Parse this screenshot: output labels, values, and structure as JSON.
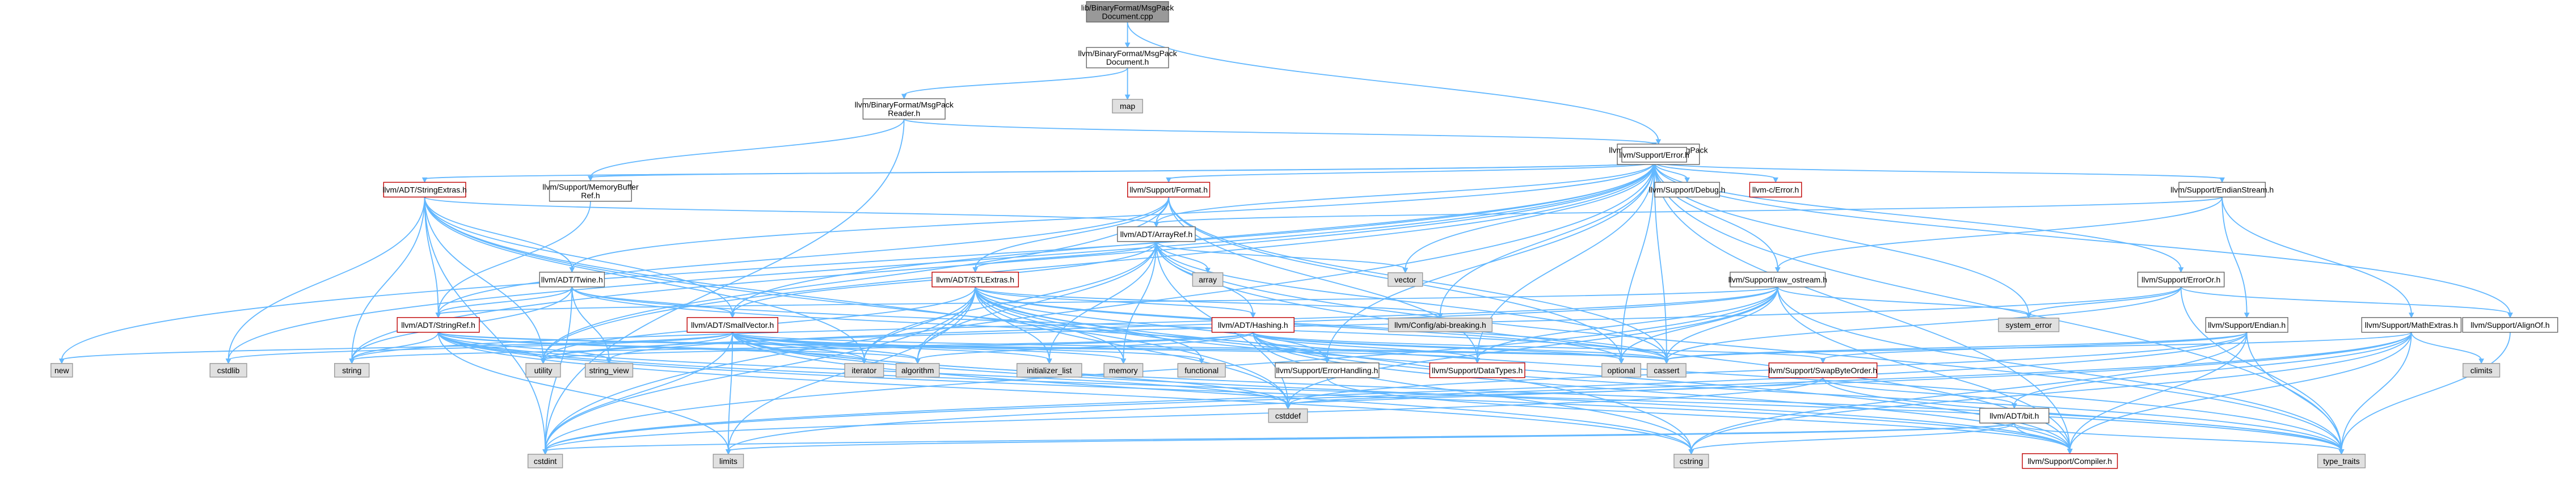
{
  "diagram": {
    "nodes": [
      {
        "id": "root",
        "label": [
          "lib/BinaryFormat/MsgPack",
          "Document.cpp"
        ],
        "kind": "root"
      },
      {
        "id": "doc",
        "label": [
          "llvm/BinaryFormat/MsgPack",
          "Document.h"
        ],
        "kind": "normal"
      },
      {
        "id": "map",
        "label": [
          "map"
        ],
        "kind": "sys"
      },
      {
        "id": "reader",
        "label": [
          "llvm/BinaryFormat/MsgPack",
          "Reader.h"
        ],
        "kind": "normal"
      },
      {
        "id": "writer",
        "label": [
          "llvm/BinaryFormat/MsgPack",
          "Writer.h"
        ],
        "kind": "normal"
      },
      {
        "id": "error",
        "label": [
          "llvm/Support/Error.h"
        ],
        "kind": "normal"
      },
      {
        "id": "membuf",
        "label": [
          "llvm/Support/MemoryBuffer",
          "Ref.h"
        ],
        "kind": "normal"
      },
      {
        "id": "strext",
        "label": [
          "llvm/ADT/StringExtras.h"
        ],
        "kind": "red"
      },
      {
        "id": "format",
        "label": [
          "llvm/Support/Format.h"
        ],
        "kind": "red"
      },
      {
        "id": "debug",
        "label": [
          "llvm/Support/Debug.h"
        ],
        "kind": "normal"
      },
      {
        "id": "cerror",
        "label": [
          "llvm-c/Error.h"
        ],
        "kind": "red"
      },
      {
        "id": "endstream",
        "label": [
          "llvm/Support/EndianStream.h"
        ],
        "kind": "normal"
      },
      {
        "id": "arrayref",
        "label": [
          "llvm/ADT/ArrayRef.h"
        ],
        "kind": "normal"
      },
      {
        "id": "twine",
        "label": [
          "llvm/ADT/Twine.h"
        ],
        "kind": "normal"
      },
      {
        "id": "stlextras",
        "label": [
          "llvm/ADT/STLExtras.h"
        ],
        "kind": "red"
      },
      {
        "id": "array",
        "label": [
          "array"
        ],
        "kind": "sys"
      },
      {
        "id": "vector",
        "label": [
          "vector"
        ],
        "kind": "sys"
      },
      {
        "id": "rawostream",
        "label": [
          "llvm/Support/raw_ostream.h"
        ],
        "kind": "normal"
      },
      {
        "id": "erroror",
        "label": [
          "llvm/Support/ErrorOr.h"
        ],
        "kind": "normal"
      },
      {
        "id": "stringref",
        "label": [
          "llvm/ADT/StringRef.h"
        ],
        "kind": "red"
      },
      {
        "id": "smallvec",
        "label": [
          "llvm/ADT/SmallVector.h"
        ],
        "kind": "red"
      },
      {
        "id": "hashing",
        "label": [
          "llvm/ADT/Hashing.h"
        ],
        "kind": "red"
      },
      {
        "id": "abibreak",
        "label": [
          "llvm/Config/abi-breaking.h"
        ],
        "kind": "sys"
      },
      {
        "id": "syserr",
        "label": [
          "system_error"
        ],
        "kind": "sys"
      },
      {
        "id": "endian",
        "label": [
          "llvm/Support/Endian.h"
        ],
        "kind": "normal"
      },
      {
        "id": "mathext",
        "label": [
          "llvm/Support/MathExtras.h"
        ],
        "kind": "normal"
      },
      {
        "id": "alignof",
        "label": [
          "llvm/Support/AlignOf.h"
        ],
        "kind": "normal"
      },
      {
        "id": "new",
        "label": [
          "new"
        ],
        "kind": "sys"
      },
      {
        "id": "cstdlib",
        "label": [
          "cstdlib"
        ],
        "kind": "sys"
      },
      {
        "id": "string",
        "label": [
          "string"
        ],
        "kind": "sys"
      },
      {
        "id": "utility",
        "label": [
          "utility"
        ],
        "kind": "sys"
      },
      {
        "id": "stringview",
        "label": [
          "string_view"
        ],
        "kind": "sys"
      },
      {
        "id": "iterator",
        "label": [
          "iterator"
        ],
        "kind": "sys"
      },
      {
        "id": "algorithm",
        "label": [
          "algorithm"
        ],
        "kind": "sys"
      },
      {
        "id": "initlist",
        "label": [
          "initializer_list"
        ],
        "kind": "sys"
      },
      {
        "id": "memory",
        "label": [
          "memory"
        ],
        "kind": "sys"
      },
      {
        "id": "functional",
        "label": [
          "functional"
        ],
        "kind": "sys"
      },
      {
        "id": "errhandling",
        "label": [
          "llvm/Support/ErrorHandling.h"
        ],
        "kind": "normal"
      },
      {
        "id": "datatypes",
        "label": [
          "llvm/Support/DataTypes.h"
        ],
        "kind": "red"
      },
      {
        "id": "optional",
        "label": [
          "optional"
        ],
        "kind": "sys"
      },
      {
        "id": "cassert",
        "label": [
          "cassert"
        ],
        "kind": "sys"
      },
      {
        "id": "swapbyte",
        "label": [
          "llvm/Support/SwapByteOrder.h"
        ],
        "kind": "red"
      },
      {
        "id": "climits",
        "label": [
          "climits"
        ],
        "kind": "sys"
      },
      {
        "id": "cstddef",
        "label": [
          "cstddef"
        ],
        "kind": "sys"
      },
      {
        "id": "bit",
        "label": [
          "llvm/ADT/bit.h"
        ],
        "kind": "normal"
      },
      {
        "id": "cstdint",
        "label": [
          "cstdint"
        ],
        "kind": "sys"
      },
      {
        "id": "limits",
        "label": [
          "limits"
        ],
        "kind": "sys"
      },
      {
        "id": "cstring",
        "label": [
          "cstring"
        ],
        "kind": "sys"
      },
      {
        "id": "compiler",
        "label": [
          "llvm/Support/Compiler.h"
        ],
        "kind": "red"
      },
      {
        "id": "typetraits",
        "label": [
          "type_traits"
        ],
        "kind": "sys"
      }
    ],
    "edges": [
      [
        "root",
        "doc"
      ],
      [
        "root",
        "writer"
      ],
      [
        "doc",
        "reader"
      ],
      [
        "doc",
        "map"
      ],
      [
        "reader",
        "error"
      ],
      [
        "reader",
        "membuf"
      ],
      [
        "reader",
        "cstdint"
      ],
      [
        "writer",
        "error"
      ],
      [
        "error",
        "strext"
      ],
      [
        "error",
        "format"
      ],
      [
        "error",
        "debug"
      ],
      [
        "error",
        "cerror"
      ],
      [
        "error",
        "endstream"
      ],
      [
        "error",
        "twine"
      ],
      [
        "error",
        "smallvec"
      ],
      [
        "error",
        "vector"
      ],
      [
        "error",
        "rawostream"
      ],
      [
        "error",
        "erroror"
      ],
      [
        "error",
        "alignof"
      ],
      [
        "error",
        "abibreak"
      ],
      [
        "error",
        "syserr"
      ],
      [
        "error",
        "new"
      ],
      [
        "error",
        "cstdlib"
      ],
      [
        "error",
        "string"
      ],
      [
        "error",
        "utility"
      ],
      [
        "error",
        "cassert"
      ],
      [
        "error",
        "optional"
      ],
      [
        "error",
        "errhandling"
      ],
      [
        "error",
        "cstdint"
      ],
      [
        "error",
        "typetraits"
      ],
      [
        "error",
        "compiler"
      ],
      [
        "error",
        "datatypes"
      ],
      [
        "error",
        "membuf"
      ],
      [
        "error",
        "arrayref"
      ],
      [
        "membuf",
        "stringref"
      ],
      [
        "strext",
        "arrayref"
      ],
      [
        "strext",
        "stringref"
      ],
      [
        "strext",
        "twine"
      ],
      [
        "strext",
        "smallvec"
      ],
      [
        "strext",
        "cstdlib"
      ],
      [
        "strext",
        "string"
      ],
      [
        "strext",
        "utility"
      ],
      [
        "strext",
        "iterator"
      ],
      [
        "strext",
        "cstdint"
      ],
      [
        "strext",
        "cstddef"
      ],
      [
        "strext",
        "cstring"
      ],
      [
        "format",
        "arrayref"
      ],
      [
        "format",
        "stlextras"
      ],
      [
        "format",
        "stringref"
      ],
      [
        "format",
        "utility"
      ],
      [
        "format",
        "cassert"
      ],
      [
        "format",
        "optional"
      ],
      [
        "format",
        "datatypes"
      ],
      [
        "endstream",
        "endian"
      ],
      [
        "endstream",
        "arrayref"
      ],
      [
        "endstream",
        "rawostream"
      ],
      [
        "arrayref",
        "stlextras"
      ],
      [
        "arrayref",
        "smallvec"
      ],
      [
        "arrayref",
        "hashing"
      ],
      [
        "arrayref",
        "array"
      ],
      [
        "arrayref",
        "vector"
      ],
      [
        "arrayref",
        "iterator"
      ],
      [
        "arrayref",
        "algorithm"
      ],
      [
        "arrayref",
        "initlist"
      ],
      [
        "arrayref",
        "memory"
      ],
      [
        "arrayref",
        "cassert"
      ],
      [
        "arrayref",
        "cstddef"
      ],
      [
        "arrayref",
        "compiler"
      ],
      [
        "arrayref",
        "typetraits"
      ],
      [
        "twine",
        "smallvec"
      ],
      [
        "twine",
        "stringref"
      ],
      [
        "twine",
        "errhandling"
      ],
      [
        "twine",
        "cassert"
      ],
      [
        "twine",
        "cstdint"
      ],
      [
        "twine",
        "string"
      ],
      [
        "twine",
        "stringview"
      ],
      [
        "stlextras",
        "hashing"
      ],
      [
        "stlextras",
        "abibreak"
      ],
      [
        "stlextras",
        "errhandling"
      ],
      [
        "stlextras",
        "iterator"
      ],
      [
        "stlextras",
        "algorithm"
      ],
      [
        "stlextras",
        "initlist"
      ],
      [
        "stlextras",
        "memory"
      ],
      [
        "stlextras",
        "functional"
      ],
      [
        "stlextras",
        "optional"
      ],
      [
        "stlextras",
        "cassert"
      ],
      [
        "stlextras",
        "cstddef"
      ],
      [
        "stlextras",
        "cstdint"
      ],
      [
        "stlextras",
        "limits"
      ],
      [
        "stlextras",
        "utility"
      ],
      [
        "stlextras",
        "typetraits"
      ],
      [
        "stlextras",
        "compiler"
      ],
      [
        "rawostream",
        "datatypes"
      ],
      [
        "rawostream",
        "stringref"
      ],
      [
        "rawostream",
        "syserr"
      ],
      [
        "rawostream",
        "cassert"
      ],
      [
        "rawostream",
        "cstddef"
      ],
      [
        "rawostream",
        "cstdint"
      ],
      [
        "rawostream",
        "string"
      ],
      [
        "rawostream",
        "stringview"
      ],
      [
        "rawostream",
        "optional"
      ],
      [
        "rawostream",
        "typetraits"
      ],
      [
        "rawostream",
        "compiler"
      ],
      [
        "erroror",
        "alignof"
      ],
      [
        "erroror",
        "cassert"
      ],
      [
        "erroror",
        "syserr"
      ],
      [
        "erroror",
        "typetraits"
      ],
      [
        "erroror",
        "utility"
      ],
      [
        "stringref",
        "datatypes"
      ],
      [
        "stringref",
        "iterator"
      ],
      [
        "stringref",
        "algorithm"
      ],
      [
        "stringref",
        "cassert"
      ],
      [
        "stringref",
        "cstddef"
      ],
      [
        "stringref",
        "cstring"
      ],
      [
        "stringref",
        "limits"
      ],
      [
        "stringref",
        "string"
      ],
      [
        "stringref",
        "stringview"
      ],
      [
        "stringref",
        "typetraits"
      ],
      [
        "stringref",
        "utility"
      ],
      [
        "stringref",
        "compiler"
      ],
      [
        "smallvec",
        "compiler"
      ],
      [
        "smallvec",
        "typetraits"
      ],
      [
        "smallvec",
        "algorithm"
      ],
      [
        "smallvec",
        "cassert"
      ],
      [
        "smallvec",
        "cstddef"
      ],
      [
        "smallvec",
        "cstdlib"
      ],
      [
        "smallvec",
        "cstring"
      ],
      [
        "smallvec",
        "functional"
      ],
      [
        "smallvec",
        "initlist"
      ],
      [
        "smallvec",
        "iterator"
      ],
      [
        "smallvec",
        "limits"
      ],
      [
        "smallvec",
        "memory"
      ],
      [
        "smallvec",
        "new"
      ],
      [
        "smallvec",
        "utility"
      ],
      [
        "smallvec",
        "cstdint"
      ],
      [
        "hashing",
        "errhandling"
      ],
      [
        "hashing",
        "datatypes"
      ],
      [
        "hashing",
        "swapbyte"
      ],
      [
        "hashing",
        "algorithm"
      ],
      [
        "hashing",
        "cassert"
      ],
      [
        "hashing",
        "cstring"
      ],
      [
        "hashing",
        "optional"
      ],
      [
        "hashing",
        "string"
      ],
      [
        "hashing",
        "typetraits"
      ],
      [
        "hashing",
        "utility"
      ],
      [
        "hashing",
        "compiler"
      ],
      [
        "endian",
        "swapbyte"
      ],
      [
        "endian",
        "compiler"
      ],
      [
        "endian",
        "cassert"
      ],
      [
        "endian",
        "cstddef"
      ],
      [
        "endian",
        "cstdint"
      ],
      [
        "endian",
        "cstring"
      ],
      [
        "endian",
        "typetraits"
      ],
      [
        "mathext",
        "bit"
      ],
      [
        "mathext",
        "compiler"
      ],
      [
        "mathext",
        "cassert"
      ],
      [
        "mathext",
        "climits"
      ],
      [
        "mathext",
        "cstdint"
      ],
      [
        "mathext",
        "cstring"
      ],
      [
        "mathext",
        "limits"
      ],
      [
        "mathext",
        "typetraits"
      ],
      [
        "alignof",
        "typetraits"
      ],
      [
        "swapbyte",
        "bit"
      ],
      [
        "swapbyte",
        "cstddef"
      ],
      [
        "swapbyte",
        "cstdint"
      ],
      [
        "swapbyte",
        "typetraits"
      ],
      [
        "bit",
        "compiler"
      ],
      [
        "bit",
        "cstdint"
      ],
      [
        "bit",
        "limits"
      ],
      [
        "bit",
        "typetraits"
      ],
      [
        "bit",
        "cstring"
      ],
      [
        "errhandling",
        "compiler"
      ],
      [
        "endstream",
        "mathext"
      ]
    ]
  }
}
